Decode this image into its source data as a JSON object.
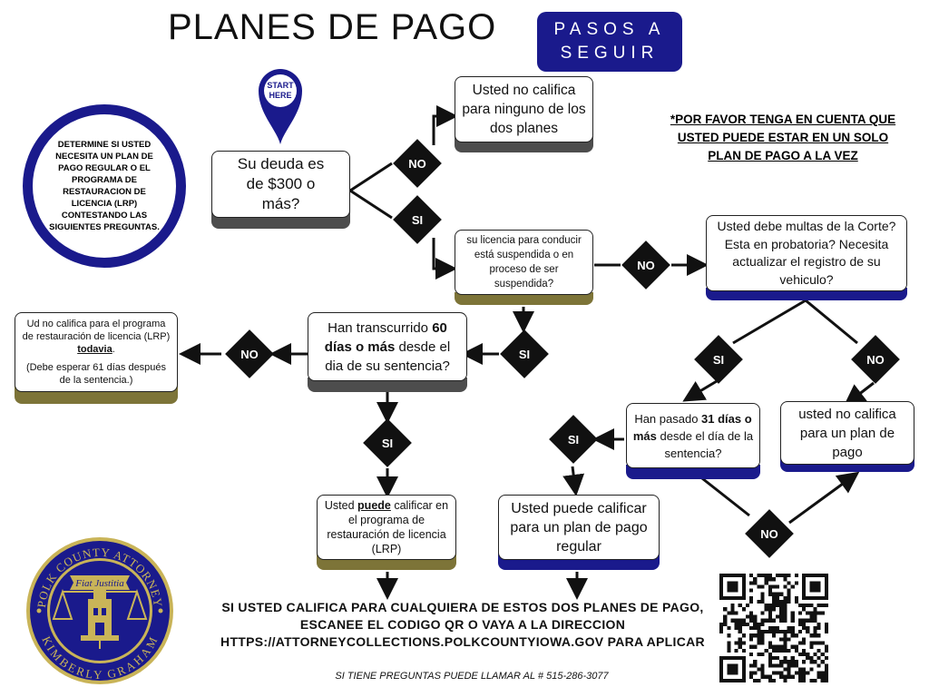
{
  "header": {
    "title": "PLANES DE PAGO",
    "badge_line1": "PASOS A",
    "badge_line2": "SEGUIR"
  },
  "intro": "DETERMINE SI USTED NECESITA UN PLAN DE PAGO REGULAR O EL PROGRAMA DE RESTAURACION DE LICENCIA (LRP) CONTESTANDO LAS SIGUIENTES PREGUNTAS.",
  "start_pin": {
    "line1": "START",
    "line2": "HERE"
  },
  "note": "*POR FAVOR TENGA EN CUENTA QUE USTED PUEDE ESTAR EN UN SOLO PLAN DE PAGO A LA VEZ",
  "nodes": {
    "q_debt": "Su deuda es de $300 o más?",
    "no_qualify_any": "Usted no califica para ninguno de los dos planes",
    "q_license": "su licencia para conducir está suspendida o en proceso de ser suspendida?",
    "q_fines": "Usted debe multas de la Corte? Esta en probatoria? Necesita actualizar el registro de su vehiculo?",
    "q60_a": "Han  transcurrido ",
    "q60_b": "60 días o más",
    "q60_c": " desde el dia de su sentencia?",
    "lrp_no_a": "Ud no califica para el programa de restauración  de licencia (LRP) ",
    "lrp_no_b": "todavia",
    "lrp_no_c": ".",
    "lrp_no_d": "(Debe esperar 61 días después de la sentencia.)",
    "q31_a": "Han  pasado ",
    "q31_b": "31 días o más",
    "q31_c": " desde el día de la sentencia?",
    "no_plan": "usted no califica para un plan de pago",
    "lrp_yes_a": "Usted ",
    "lrp_yes_b": "puede",
    "lrp_yes_c": " calificar en el programa de restauración de licencia (LRP)",
    "regular_yes": "Usted puede calificar para un plan de pago regular"
  },
  "labels": {
    "yes": "SI",
    "no": "NO"
  },
  "footer": {
    "main": "SI USTED CALIFICA PARA CUALQUIERA DE ESTOS DOS PLANES DE PAGO, ESCANEE EL CODIGO QR O VAYA A LA DIRECCION HTTPS://ATTORNEYCOLLECTIONS.POLKCOUNTYIOWA.GOV PARA APLICAR",
    "phone": "SI TIENE PREGUNTAS PUEDE LLAMAR AL # 515-286-3077"
  },
  "seal": {
    "top_text": "POLK COUNTY ATTORNEY",
    "bottom_text": "KIMBERLY GRAHAM",
    "ribbon": "Fiat Justitia"
  },
  "colors": {
    "navy": "#1a1a8c",
    "olive": "#7d7438",
    "gray": "#4d4d4d",
    "gold": "#c9b458"
  }
}
